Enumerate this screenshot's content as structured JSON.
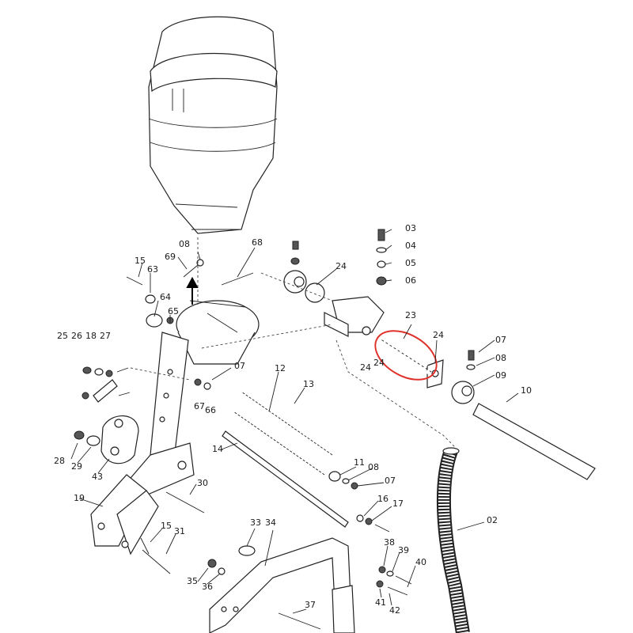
{
  "diagram": {
    "type": "exploded-parts-view",
    "highlight_color": "#e0302a",
    "highlighted_part": "23",
    "part_labels": [
      "02",
      "03",
      "04",
      "05",
      "06",
      "07",
      "07",
      "07",
      "08",
      "08",
      "08",
      "09",
      "10",
      "11",
      "12",
      "13",
      "14",
      "15",
      "15",
      "16",
      "17",
      "18",
      "19",
      "23",
      "24",
      "24",
      "24",
      "24",
      "25",
      "26",
      "27",
      "28",
      "29",
      "30",
      "31",
      "33",
      "34",
      "35",
      "36",
      "37",
      "38",
      "39",
      "40",
      "41",
      "42",
      "43",
      "63",
      "64",
      "65",
      "66",
      "67",
      "68",
      "69"
    ]
  }
}
